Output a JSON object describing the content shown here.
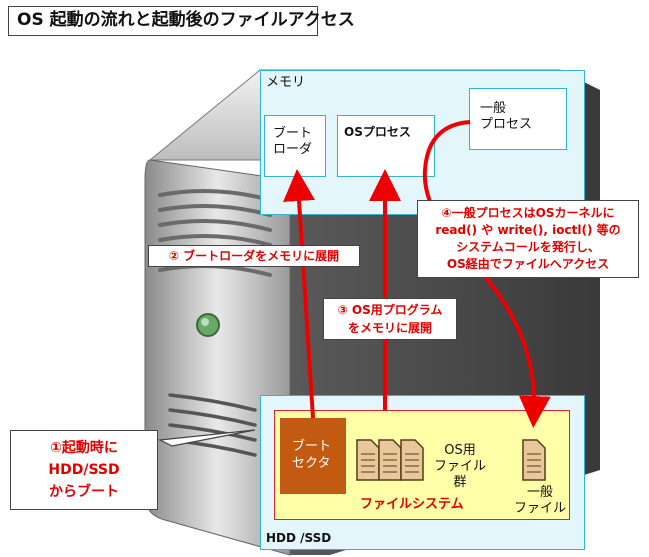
{
  "title": "OS 起動の流れと起動後のファイルアクセス",
  "memory": {
    "label": "メモリ",
    "boot_loader": [
      "ブート",
      "ローダ"
    ],
    "os_process": "OSプロセス",
    "general_process": [
      "一般",
      "プロセス"
    ]
  },
  "disk": {
    "label": "HDD /SSD",
    "boot_sector": [
      "ブート",
      "セクタ"
    ],
    "os_files": [
      "OS用",
      "ファイル群"
    ],
    "filesystem": "ファイルシステム",
    "general_file": [
      "一般",
      "ファイル"
    ]
  },
  "callouts": {
    "step1": [
      "①起動時に",
      "HDD/SSD",
      "からブート"
    ],
    "step2": "② ブートローダをメモリに展開",
    "step3": [
      "③ OS用プログラム",
      "をメモリに展開"
    ],
    "step4": [
      "④一般プロセスはOSカーネルに",
      "read() や write(), ioctl() 等の",
      "システムコールを発行し、",
      "OS経由でファイルへアクセス"
    ]
  },
  "colors": {
    "arrow": "#ee0000",
    "memory_fill": "#e3f6fb",
    "memory_border": "#33b3cc",
    "filesystem_fill": "#ffffa8",
    "filesystem_border": "#dd2222",
    "boot_sector_fill": "#c35a12"
  }
}
